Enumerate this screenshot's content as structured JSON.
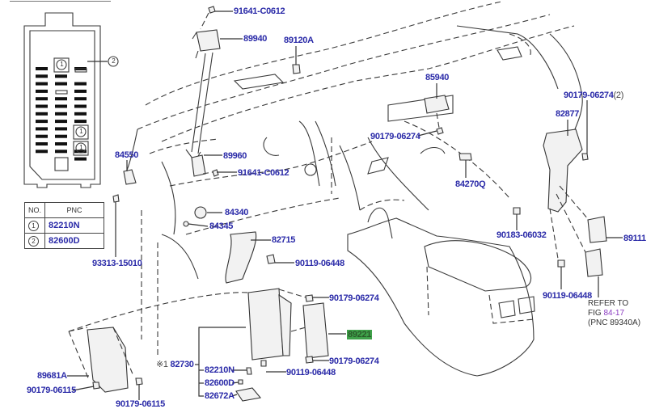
{
  "diagram": {
    "title": "Instrument panel / console electrical parts",
    "labels": [
      {
        "id": "91641-C0612-top",
        "text": "91641-C0612"
      },
      {
        "id": "89940",
        "text": "89940"
      },
      {
        "id": "89120A",
        "text": "89120A"
      },
      {
        "id": "85940",
        "text": "85940"
      },
      {
        "id": "90179-06274-qty2",
        "text": "90179-06274",
        "qty": "(2)"
      },
      {
        "id": "82877",
        "text": "82877"
      },
      {
        "id": "90179-06274-mid",
        "text": "90179-06274"
      },
      {
        "id": "84550",
        "text": "84550"
      },
      {
        "id": "89960",
        "text": "89960"
      },
      {
        "id": "91641-C0612-mid",
        "text": "91641-C0612"
      },
      {
        "id": "84270Q",
        "text": "84270Q"
      },
      {
        "id": "84340",
        "text": "84340"
      },
      {
        "id": "84345",
        "text": "84345"
      },
      {
        "id": "82715",
        "text": "82715"
      },
      {
        "id": "90183-06032",
        "text": "90183-06032"
      },
      {
        "id": "89111",
        "text": "89111"
      },
      {
        "id": "93313-15010",
        "text": "93313-15010"
      },
      {
        "id": "90119-06448-a",
        "text": "90119-06448"
      },
      {
        "id": "90119-06448-b",
        "text": "90119-06448"
      },
      {
        "id": "90179-06274-upper",
        "text": "90179-06274"
      },
      {
        "id": "89221",
        "text": "89221",
        "highlighted": true
      },
      {
        "id": "82730",
        "text": "82730",
        "prefix": "※1"
      },
      {
        "id": "82210N",
        "text": "82210N"
      },
      {
        "id": "90119-06448-c",
        "text": "90119-06448"
      },
      {
        "id": "90179-06274-lower",
        "text": "90179-06274"
      },
      {
        "id": "82600D",
        "text": "82600D"
      },
      {
        "id": "82672A",
        "text": "82672A"
      },
      {
        "id": "89681A",
        "text": "89681A"
      },
      {
        "id": "90179-06115-a",
        "text": "90179-06115"
      },
      {
        "id": "90179-06115-b",
        "text": "90179-06115"
      }
    ],
    "refer_note": {
      "line1": "REFER TO",
      "line2_prefix": "FIG ",
      "line2_ref": "84-17",
      "line3": "(PNC 89340A)"
    },
    "fuse_box_callouts": [
      "1",
      "1",
      "1",
      "2"
    ],
    "legend_table": {
      "headers": [
        "NO.",
        "PNC"
      ],
      "rows": [
        {
          "no": "1",
          "pnc": "82210N"
        },
        {
          "no": "2",
          "pnc": "82600D"
        }
      ]
    },
    "colors": {
      "label": "#2a2aa8",
      "highlight": "#3fa14a",
      "reference": "#8a3ac0"
    }
  }
}
